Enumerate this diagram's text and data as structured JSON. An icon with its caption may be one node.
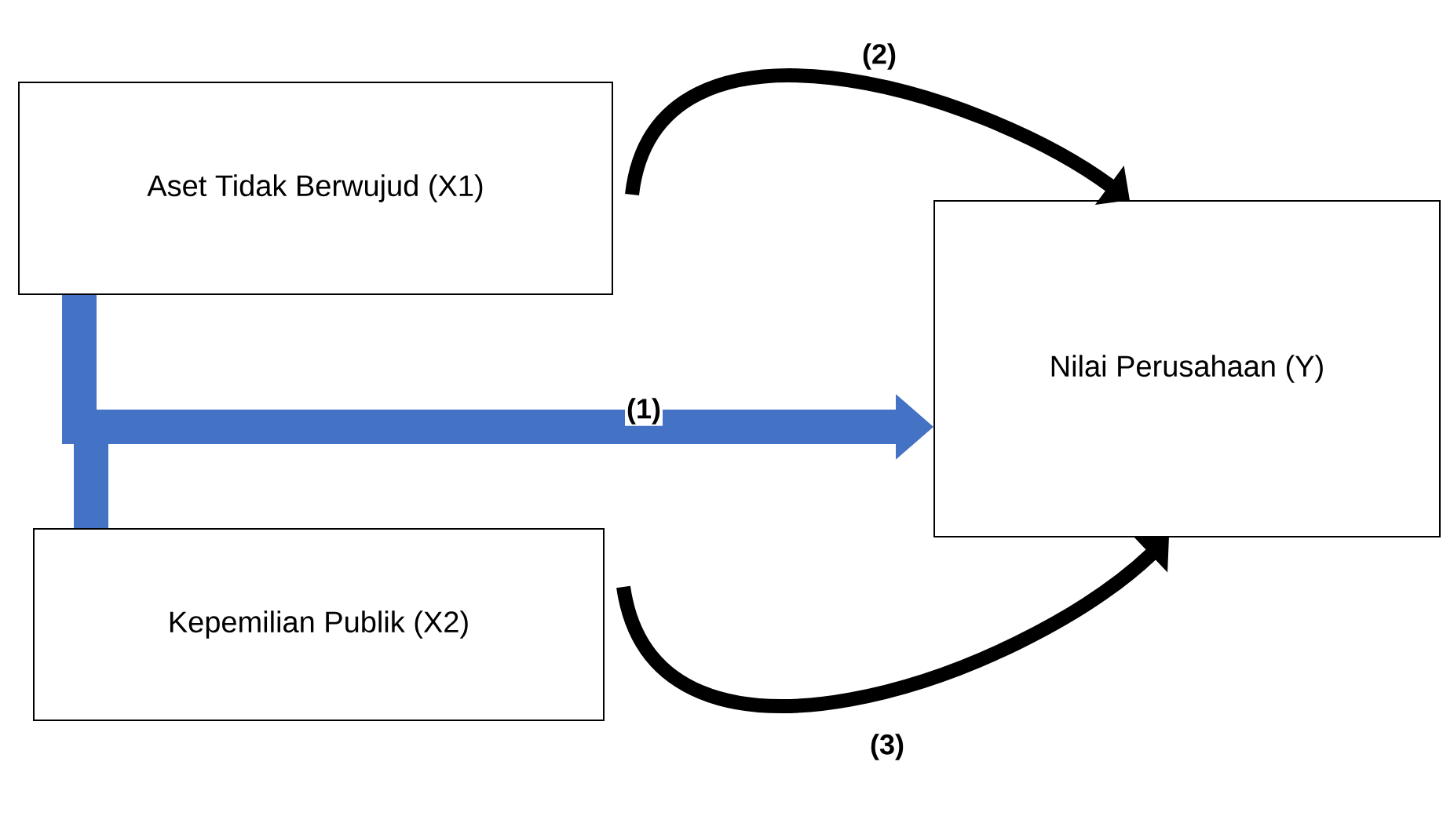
{
  "diagram": {
    "nodes": [
      {
        "text": [
          "Aset Tidak Berwujud (X1)"
        ]
      },
      {
        "text": [
          "Nilai Perusahaan (Y)"
        ]
      },
      {
        "text": [
          "Kepemilian Publik (X2)"
        ]
      }
    ],
    "edges": [
      {
        "from": 0,
        "to": 1,
        "arrow": "to",
        "label": "(2)"
      },
      {
        "from": 0,
        "to": 1,
        "arrow": "to",
        "label": "(1)",
        "style": "thick",
        "color": "#4472c4"
      },
      {
        "from": 2,
        "to": 1,
        "arrow": "to",
        "style": "thick",
        "color": "#4472c4"
      },
      {
        "from": 2,
        "to": 1,
        "arrow": "to",
        "label": "(3)"
      }
    ]
  }
}
